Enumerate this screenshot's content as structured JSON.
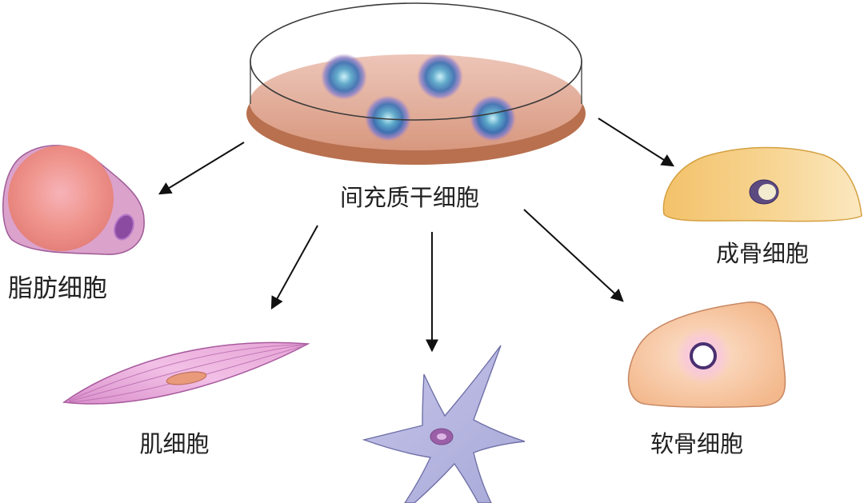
{
  "diagram": {
    "stem_cell_label": "间充质干细胞",
    "adipocyte_label": "脂肪细胞",
    "myocyte_label": "肌细胞",
    "osteoblast_label": "成骨细胞",
    "chondrocyte_label": "软骨细胞"
  },
  "colors": {
    "background": "#ffffff",
    "arrow": "#111111",
    "label": "#222222",
    "dish_liquid_top": "#ecc2b4",
    "dish_liquid_bottom": "#d8987f",
    "dish_base": "#b8704f",
    "stem_cell_core": "#c8f0f8",
    "stem_cell_body": "#3f6fb0",
    "adipocyte_membrane": "#dba2cc",
    "adipocyte_droplet": "#ef948c",
    "adipocyte_nucleus": "#8a4ba0",
    "myocyte_body": "#e6a4d6",
    "myocyte_nucleus": "#e89a7a",
    "stellate_cell_body": "#a9a9d8",
    "stellate_cell_nucleus": "#9b5fa8",
    "chondrocyte_body": "#f3b88c",
    "chondrocyte_nucleus_halo": "#fbd0e6",
    "osteoblast_body": "#f3c26a",
    "osteoblast_nucleus": "#5c4b80"
  }
}
